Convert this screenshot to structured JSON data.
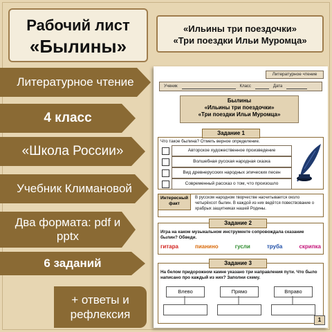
{
  "title": {
    "line1": "Рабочий лист",
    "line2": "«Былины»"
  },
  "top_right": {
    "line1": "«Ильины три поездочки»",
    "line2": "«Три поездки Ильи Муромца»"
  },
  "left_items": [
    {
      "text": "Литературное чтение"
    },
    {
      "text": "4 класс"
    },
    {
      "text": "«Школа России»"
    },
    {
      "text": "Учебник Климановой"
    },
    {
      "text": "Два формата: pdf и pptx"
    },
    {
      "text": "6 заданий"
    },
    {
      "text": "+ ответы и рефлексия"
    }
  ],
  "worksheet": {
    "subject_tag": "Литературное чтение",
    "student_label": "Ученик",
    "class_label": "Класс",
    "date_label": "Дата",
    "title_l1": "Былины",
    "title_l2": "«Ильины три поездочки»",
    "title_l3": "«Три поездки Ильи Муромца»",
    "task1": {
      "label": "Задание 1",
      "question": "Что такое былина? Отметь верное определение.",
      "options": [
        "Авторское художественное произведение",
        "Волшебная русская народная сказка",
        "Вид древнерусских народных эпических песен",
        "Современный рассказ о том, что произошло"
      ]
    },
    "fact": {
      "label": "Интересный факт",
      "text": "В русском народном творчестве насчитывается около четырёхсот былин. В каждой из них ведётся повествование о храбрых защитниках нашей Родины."
    },
    "task2": {
      "label": "Задание 2",
      "question": "Игра на каком музыкальном инструменте сопровождала сказание былин? Обведи.",
      "instruments": [
        {
          "word": "гитара",
          "color": "#d2231f"
        },
        {
          "word": "пианино",
          "color": "#d96b0c"
        },
        {
          "word": "гусли",
          "color": "#2e8b2e"
        },
        {
          "word": "труба",
          "color": "#1f4fa8"
        },
        {
          "word": "скрипка",
          "color": "#c4157a"
        }
      ]
    },
    "task3": {
      "label": "Задание 3",
      "question": "На белом придорожном камне указано три направления пути. Что было написано про каждый из них? Заполни схему.",
      "directions": [
        "Влево",
        "Прямо",
        "Вправо"
      ]
    },
    "page_number": "1"
  }
}
